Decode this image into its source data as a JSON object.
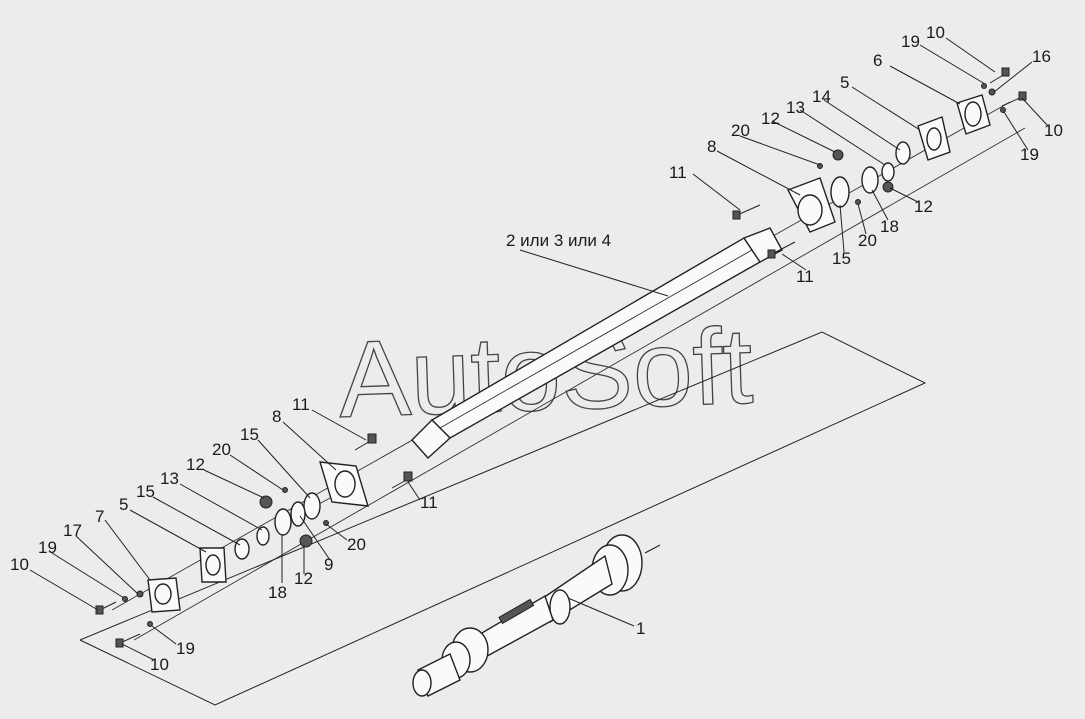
{
  "watermark": "AutoSoft",
  "labels": {
    "shaft": "2 или 3 или 4",
    "rt_10a": "10",
    "rt_19a": "19",
    "rt_16": "16",
    "rt_6": "6",
    "rt_10b": "10",
    "rt_19b": "19",
    "rt_5": "5",
    "rt_14": "14",
    "rt_13": "13",
    "rt_12a": "12",
    "rt_20a": "20",
    "rt_8": "8",
    "rt_11a": "11",
    "rt_12b": "12",
    "rt_18": "18",
    "rt_20b": "20",
    "rt_15": "15",
    "rt_11b": "11",
    "lf_11a": "11",
    "lf_8": "8",
    "lf_15a": "15",
    "lf_20a": "20",
    "lf_12a": "12",
    "lf_13": "13",
    "lf_15b": "15",
    "lf_5": "5",
    "lf_7": "7",
    "lf_17": "17",
    "lf_19a": "19",
    "lf_10a": "10",
    "lf_11b": "11",
    "lf_20b": "20",
    "lf_9": "9",
    "lf_12b": "12",
    "lf_18": "18",
    "lf_19b": "19",
    "lf_10b": "10",
    "cardan": "1"
  }
}
